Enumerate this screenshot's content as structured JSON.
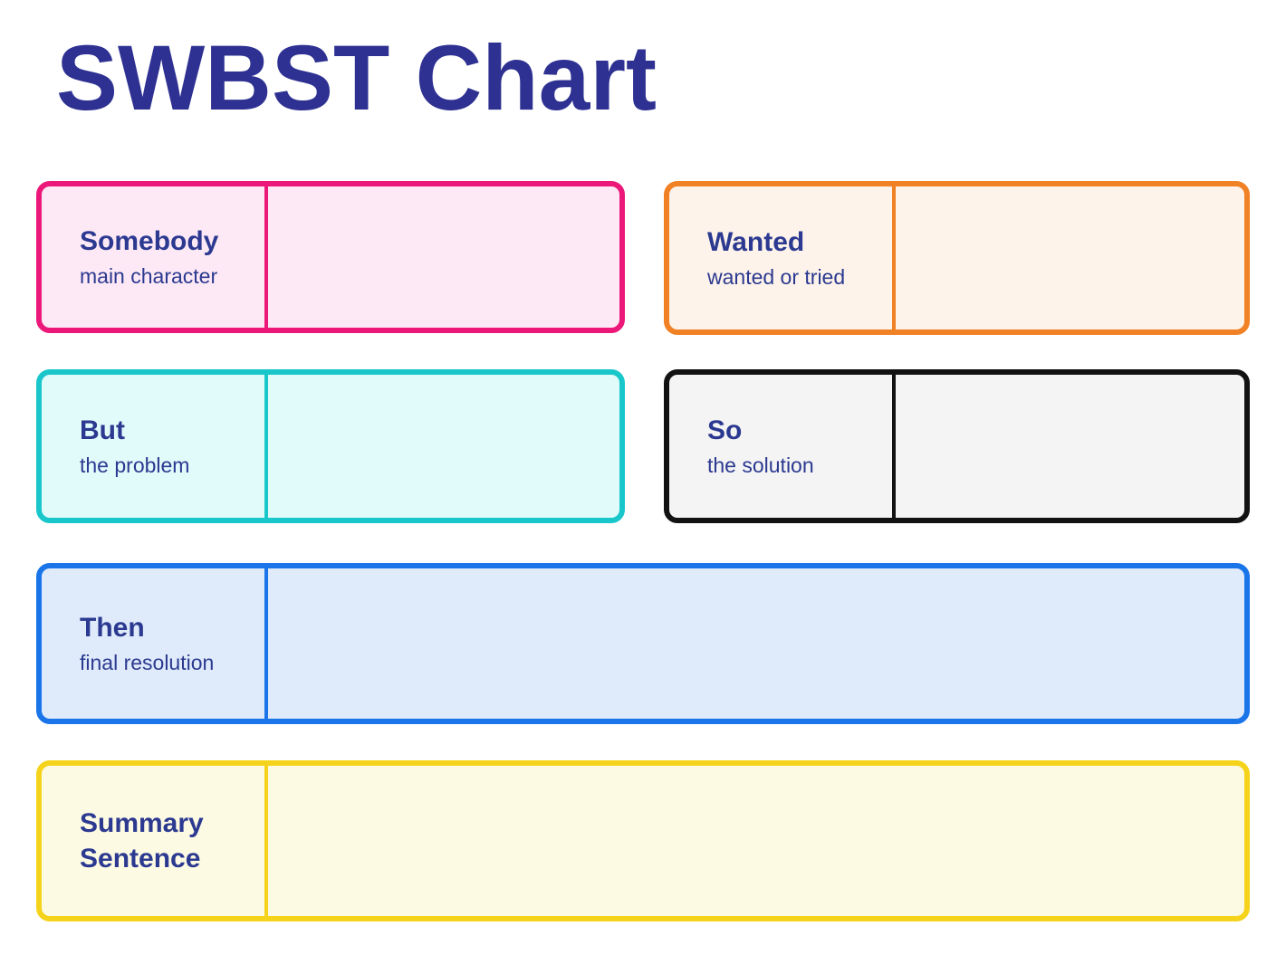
{
  "page": {
    "title": "SWBST Chart"
  },
  "colors": {
    "title_text": "#2e3192",
    "label_text": "#2b3990",
    "page_background": "#ffffff"
  },
  "boxes": [
    {
      "id": "somebody",
      "label": "Somebody",
      "sublabel": "main character",
      "border_color": "#ec1879",
      "fill_color": "#fde9f5",
      "value": ""
    },
    {
      "id": "wanted",
      "label": "Wanted",
      "sublabel": "wanted or tried",
      "border_color": "#f08125",
      "fill_color": "#fdf3ea",
      "value": ""
    },
    {
      "id": "but",
      "label": "But",
      "sublabel": "the problem",
      "border_color": "#19c7cb",
      "fill_color": "#e1fbfb",
      "value": ""
    },
    {
      "id": "so",
      "label": "So",
      "sublabel": "the solution",
      "border_color": "#121212",
      "fill_color": "#f4f4f4",
      "value": ""
    },
    {
      "id": "then",
      "label": "Then",
      "sublabel": "final resolution",
      "border_color": "#1a75e9",
      "fill_color": "#dfebfb",
      "value": ""
    },
    {
      "id": "summary",
      "label": "Summary Sentence",
      "sublabel": "",
      "border_color": "#f5d31b",
      "fill_color": "#fdfae4",
      "value": ""
    }
  ]
}
